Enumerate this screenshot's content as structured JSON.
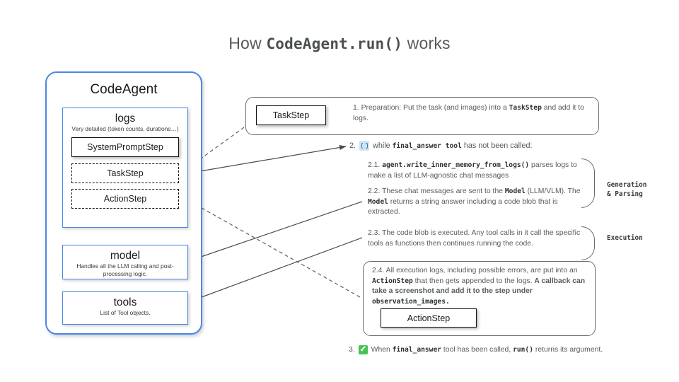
{
  "title": {
    "prefix": "How ",
    "code": "CodeAgent.run()",
    "suffix": " works"
  },
  "colors": {
    "panel_border_blue": "#4a86e8",
    "text_gray": "#555b5e",
    "text_dark": "#1c1c1c",
    "loop_icon_blue": "#2d7fb8",
    "check_icon_green": "#45c453",
    "box_border_black": "#111111",
    "card_border_gray": "#6a6a6a"
  },
  "agent_panel": {
    "title": "CodeAgent",
    "logs": {
      "heading": "logs",
      "subtitle": "Very detailed (token counts, durations…)",
      "steps": [
        {
          "label": "SystemPromptStep",
          "style": "solid"
        },
        {
          "label": "TaskStep",
          "style": "dashed"
        },
        {
          "label": "ActionStep",
          "style": "dashed"
        }
      ]
    },
    "model": {
      "heading": "model",
      "subtitle": "Handles all the LLM calling and post-processing logic."
    },
    "tools": {
      "heading": "tools",
      "subtitle": "List of Tool objects."
    }
  },
  "step1": {
    "box_label": "TaskStep",
    "number": "1.",
    "text_a": "Preparation: Put the task (and images) into a ",
    "code_a": "TaskStep",
    "text_b": " and add it to logs."
  },
  "step2": {
    "number": "2.",
    "icon": "loop-icon",
    "text_a": "while ",
    "code_a": "final_answer tool",
    "text_b": " has not been called:",
    "sub_2_1": {
      "number": "2.1.",
      "code": "agent.write_inner_memory_from_logs()",
      "text": " parses logs to make a list of LLM-agnostic chat messages"
    },
    "sub_2_2": {
      "number": "2.2.",
      "text_a": " These chat messages are sent to the ",
      "code_a": "Model",
      "text_b": " (LLM/VLM). The ",
      "code_b": "Model",
      "text_c": " returns a string answer including a code blob that is extracted."
    },
    "sub_2_3": {
      "number": "2.3.",
      "text": " The code blob is executed. Any tool calls in it call the specific tools as functions then continues running the code."
    },
    "sub_2_4": {
      "number": "2.4.",
      "text_a": " All execution logs, including possible errors, are put into an ",
      "code_a": "ActionStep",
      "text_b": " that then gets appended to the logs. ",
      "bold_a": "A callback can  take a screenshot and add it to the step under ",
      "code_b": "observation_images.",
      "box_label": "ActionStep"
    },
    "side_labels": {
      "generation": "Generation\n& Parsing",
      "execution": "Execution"
    }
  },
  "step3": {
    "number": "3.",
    "icon": "check-icon",
    "text_a": "When ",
    "code_a": "final_answer",
    "text_b": " tool has been called, ",
    "code_b": "run()",
    "text_c": " returns its argument."
  }
}
